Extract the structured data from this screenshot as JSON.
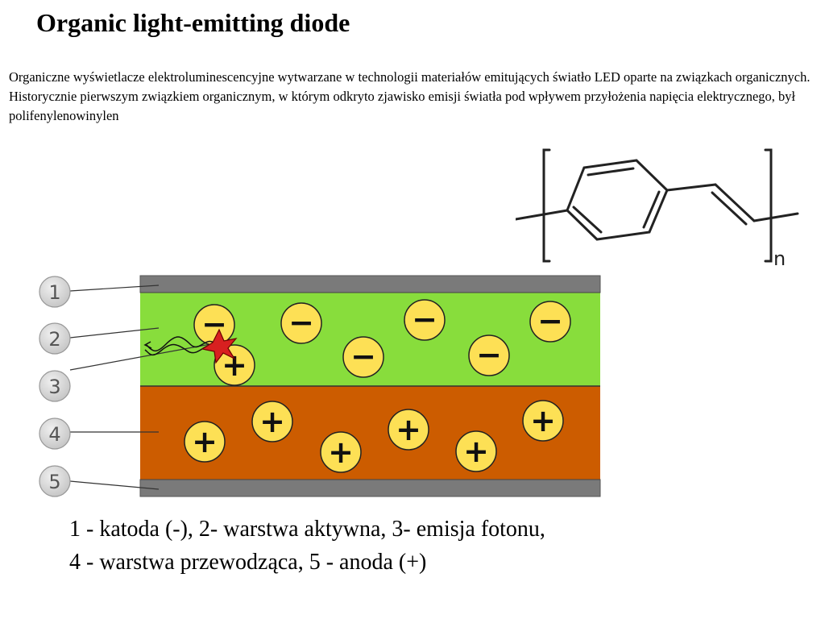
{
  "title": "Organic light-emitting diode",
  "intro": {
    "line1": "Organiczne wyświetlacze elektroluminescencyjne wytwarzane w technologii materiałów emitujących światło LED oparte na związkach organicznych.",
    "line2": "Historycznie pierwszym związkiem organicznym, w którym odkryto zjawisko emisji światła  pod wpływem przyłożenia napięcia elektrycznego, był polifenylenowinylen"
  },
  "molecule": {
    "subscript": "n"
  },
  "diagram": {
    "callouts": [
      "1",
      "2",
      "3",
      "4",
      "5"
    ],
    "electron_symbol": "−",
    "hole_symbol": "+",
    "colors": {
      "electrode": "#7a7a7a",
      "active_layer": "#88dd3c",
      "conductive_layer": "#cc5c00",
      "charge": "#fde055",
      "photon_star": "#d82020",
      "callout_circle": "#d3d3d3"
    }
  },
  "caption": {
    "line1": "1 - katoda (-), 2- warstwa aktywna, 3- emisja fotonu,",
    "line2": "4 - warstwa przewodząca, 5 - anoda (+)"
  }
}
